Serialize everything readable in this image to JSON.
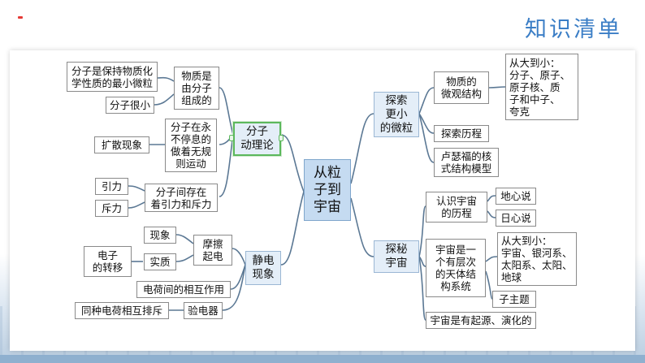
{
  "title": "知识清单",
  "central": "从粒\n子到\n宇宙",
  "branches": {
    "molecular": {
      "label": "分子\n动理论",
      "matter": "物质是\n由分子\n组成的",
      "smallest": "分子是保持物质化\n学性质的最小微粒",
      "tiny": "分子很小",
      "motion": "分子在永\n不停息的\n做着无规\n则运动",
      "diffusion": "扩散现象",
      "force": "分子间存在\n着引力和斥力",
      "attraction": "引力",
      "repulsion": "斥力"
    },
    "static": {
      "label": "静电\n现象",
      "friction": "摩擦\n起电",
      "phenomenon": "现象",
      "essence": "实质",
      "electron": "电子\n的转移",
      "interaction": "电荷间的相互作用",
      "electroscope": "验电器",
      "repel": "同种电荷相互排斥"
    },
    "particles": {
      "label": "探索\n更小\n的微粒",
      "structure": "物质的\n微观结构",
      "scale": "从大到小：\n分子、原子、\n原子核、质\n子和中子、\n夸克",
      "history": "探索历程",
      "rutherford": "卢瑟福的核\n式结构模型"
    },
    "universe": {
      "label": "探秘\n宇宙",
      "cognition": "认识宇宙\n的历程",
      "geocentric": "地心说",
      "heliocentric": "日心说",
      "hierarchy": "宇宙是一\n个有层次\n的天体结\n构系统",
      "scale": "从大到小：\n宇宙、银河系、\n太阳系、太阳、\n地球",
      "subtopic": "子主题",
      "origin": "宇宙是有起源、演化的"
    }
  }
}
